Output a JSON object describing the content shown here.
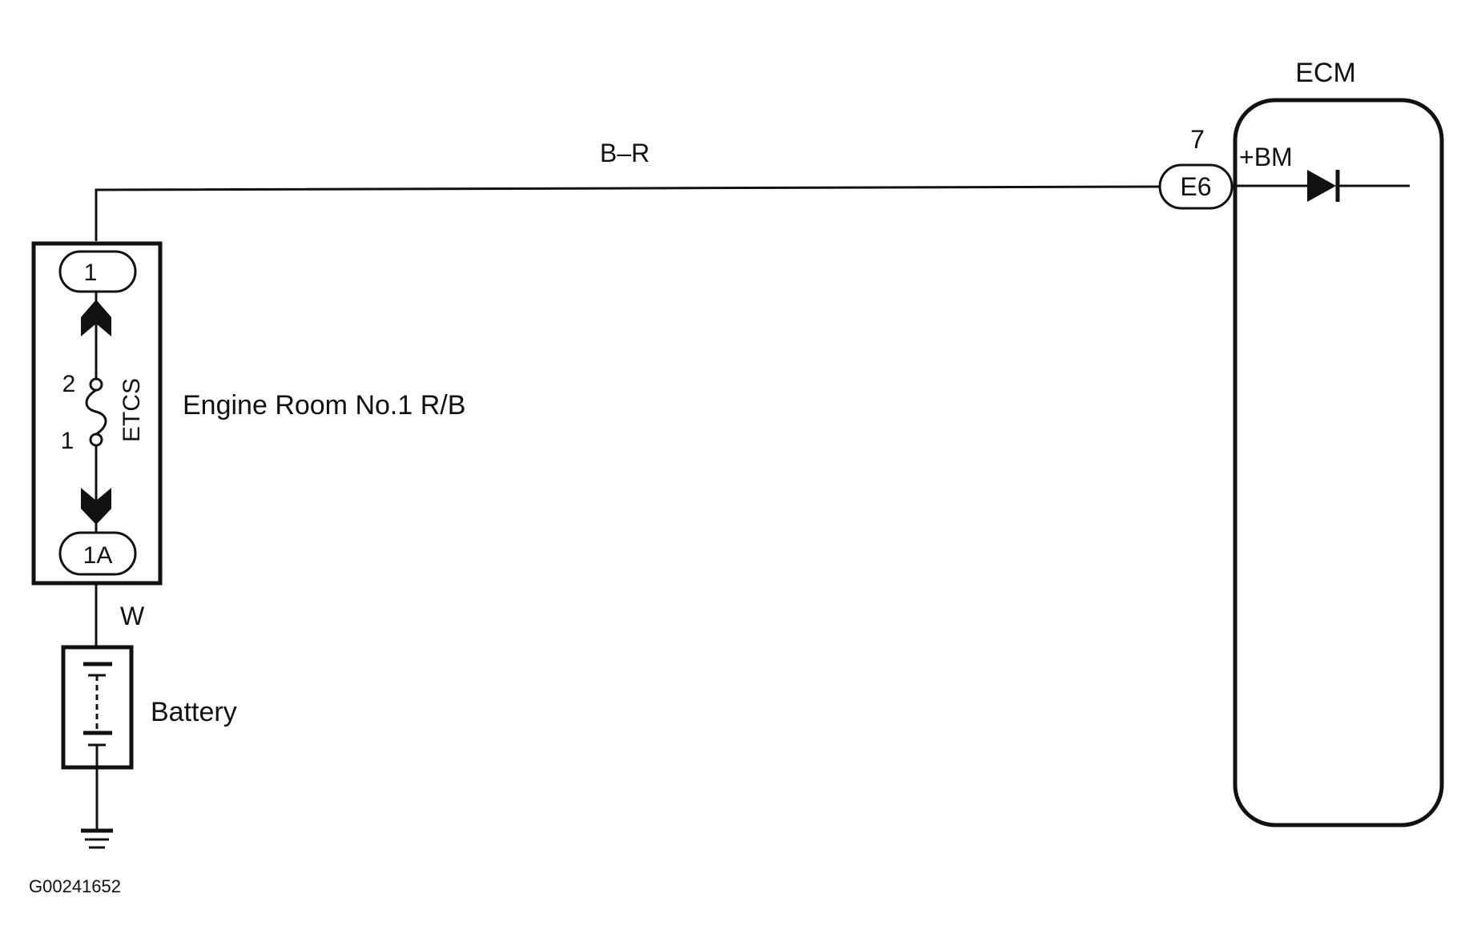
{
  "ecm": {
    "title": "ECM",
    "terminal_label": "+BM",
    "connector": "E6",
    "pin": "7"
  },
  "wires": {
    "main": "B–R",
    "battery": "W"
  },
  "relay_block": {
    "name": "Engine Room No.1 R/B",
    "top_terminal": "1",
    "bottom_terminal": "1A",
    "fuse_name": "ETCS",
    "fuse_pin_top": "2",
    "fuse_pin_bottom": "1"
  },
  "battery": {
    "label": "Battery"
  },
  "figure_id": "G00241652"
}
